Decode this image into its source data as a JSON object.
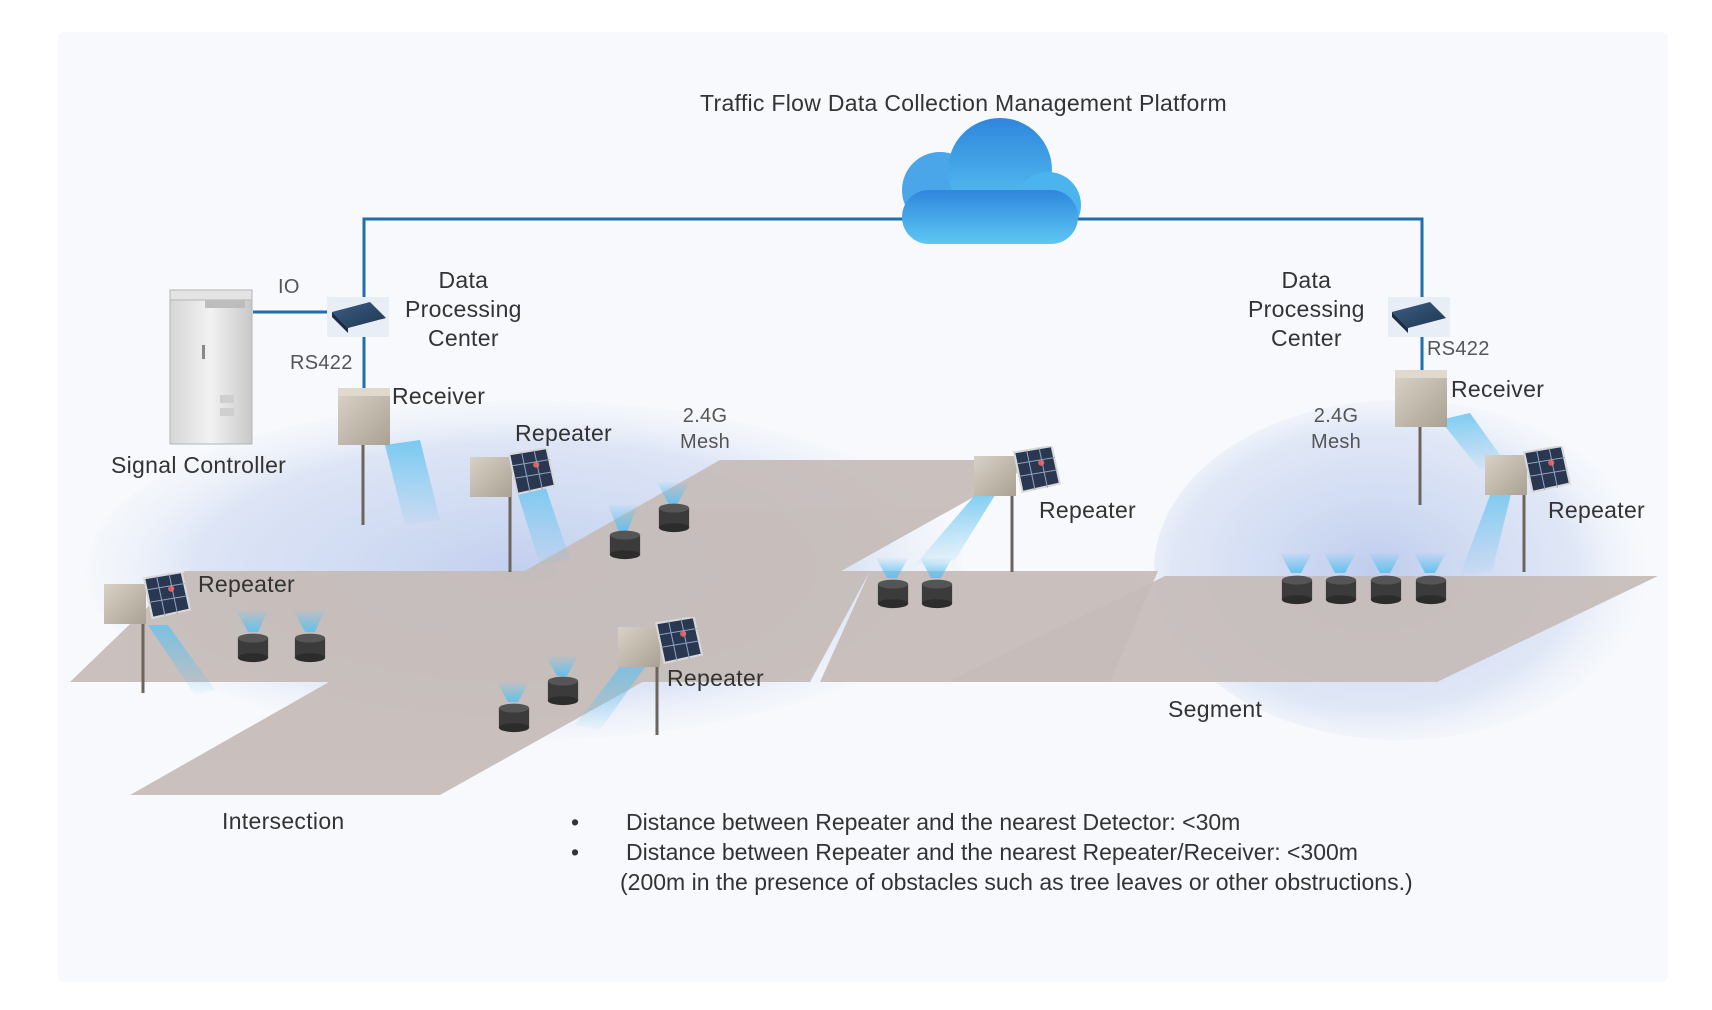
{
  "title": "Traffic Flow Data Collection Management Platform",
  "labels": {
    "io": "IO",
    "rs422_left": "RS422",
    "rs422_right": "RS422",
    "dpc_left": [
      "Data",
      "Processing",
      "Center"
    ],
    "dpc_right": [
      "Data",
      "Processing",
      "Center"
    ],
    "signal_controller": "Signal Controller",
    "receiver_left": "Receiver",
    "receiver_right": "Receiver",
    "mesh_left": [
      "2.4G",
      "Mesh"
    ],
    "mesh_right": [
      "2.4G",
      "Mesh"
    ],
    "repeater": "Repeater",
    "intersection": "Intersection",
    "segment": "Segment"
  },
  "notes": {
    "bullet": "•",
    "line1": "Distance between Repeater and the nearest Detector: <30m",
    "line2": "Distance between Repeater and the nearest Repeater/Receiver: <300m",
    "line3": "(200m in the presence of obstacles such as tree leaves or other obstructions.)"
  },
  "colors": {
    "link_line": "#1f6fad",
    "cloud": "#3a9be0",
    "road": "#c9bfbb",
    "coverage": "#c5d3ef",
    "beam": "#6ec6ef",
    "detector": "#3a3a3a",
    "device_box": "#c7c0b3"
  }
}
